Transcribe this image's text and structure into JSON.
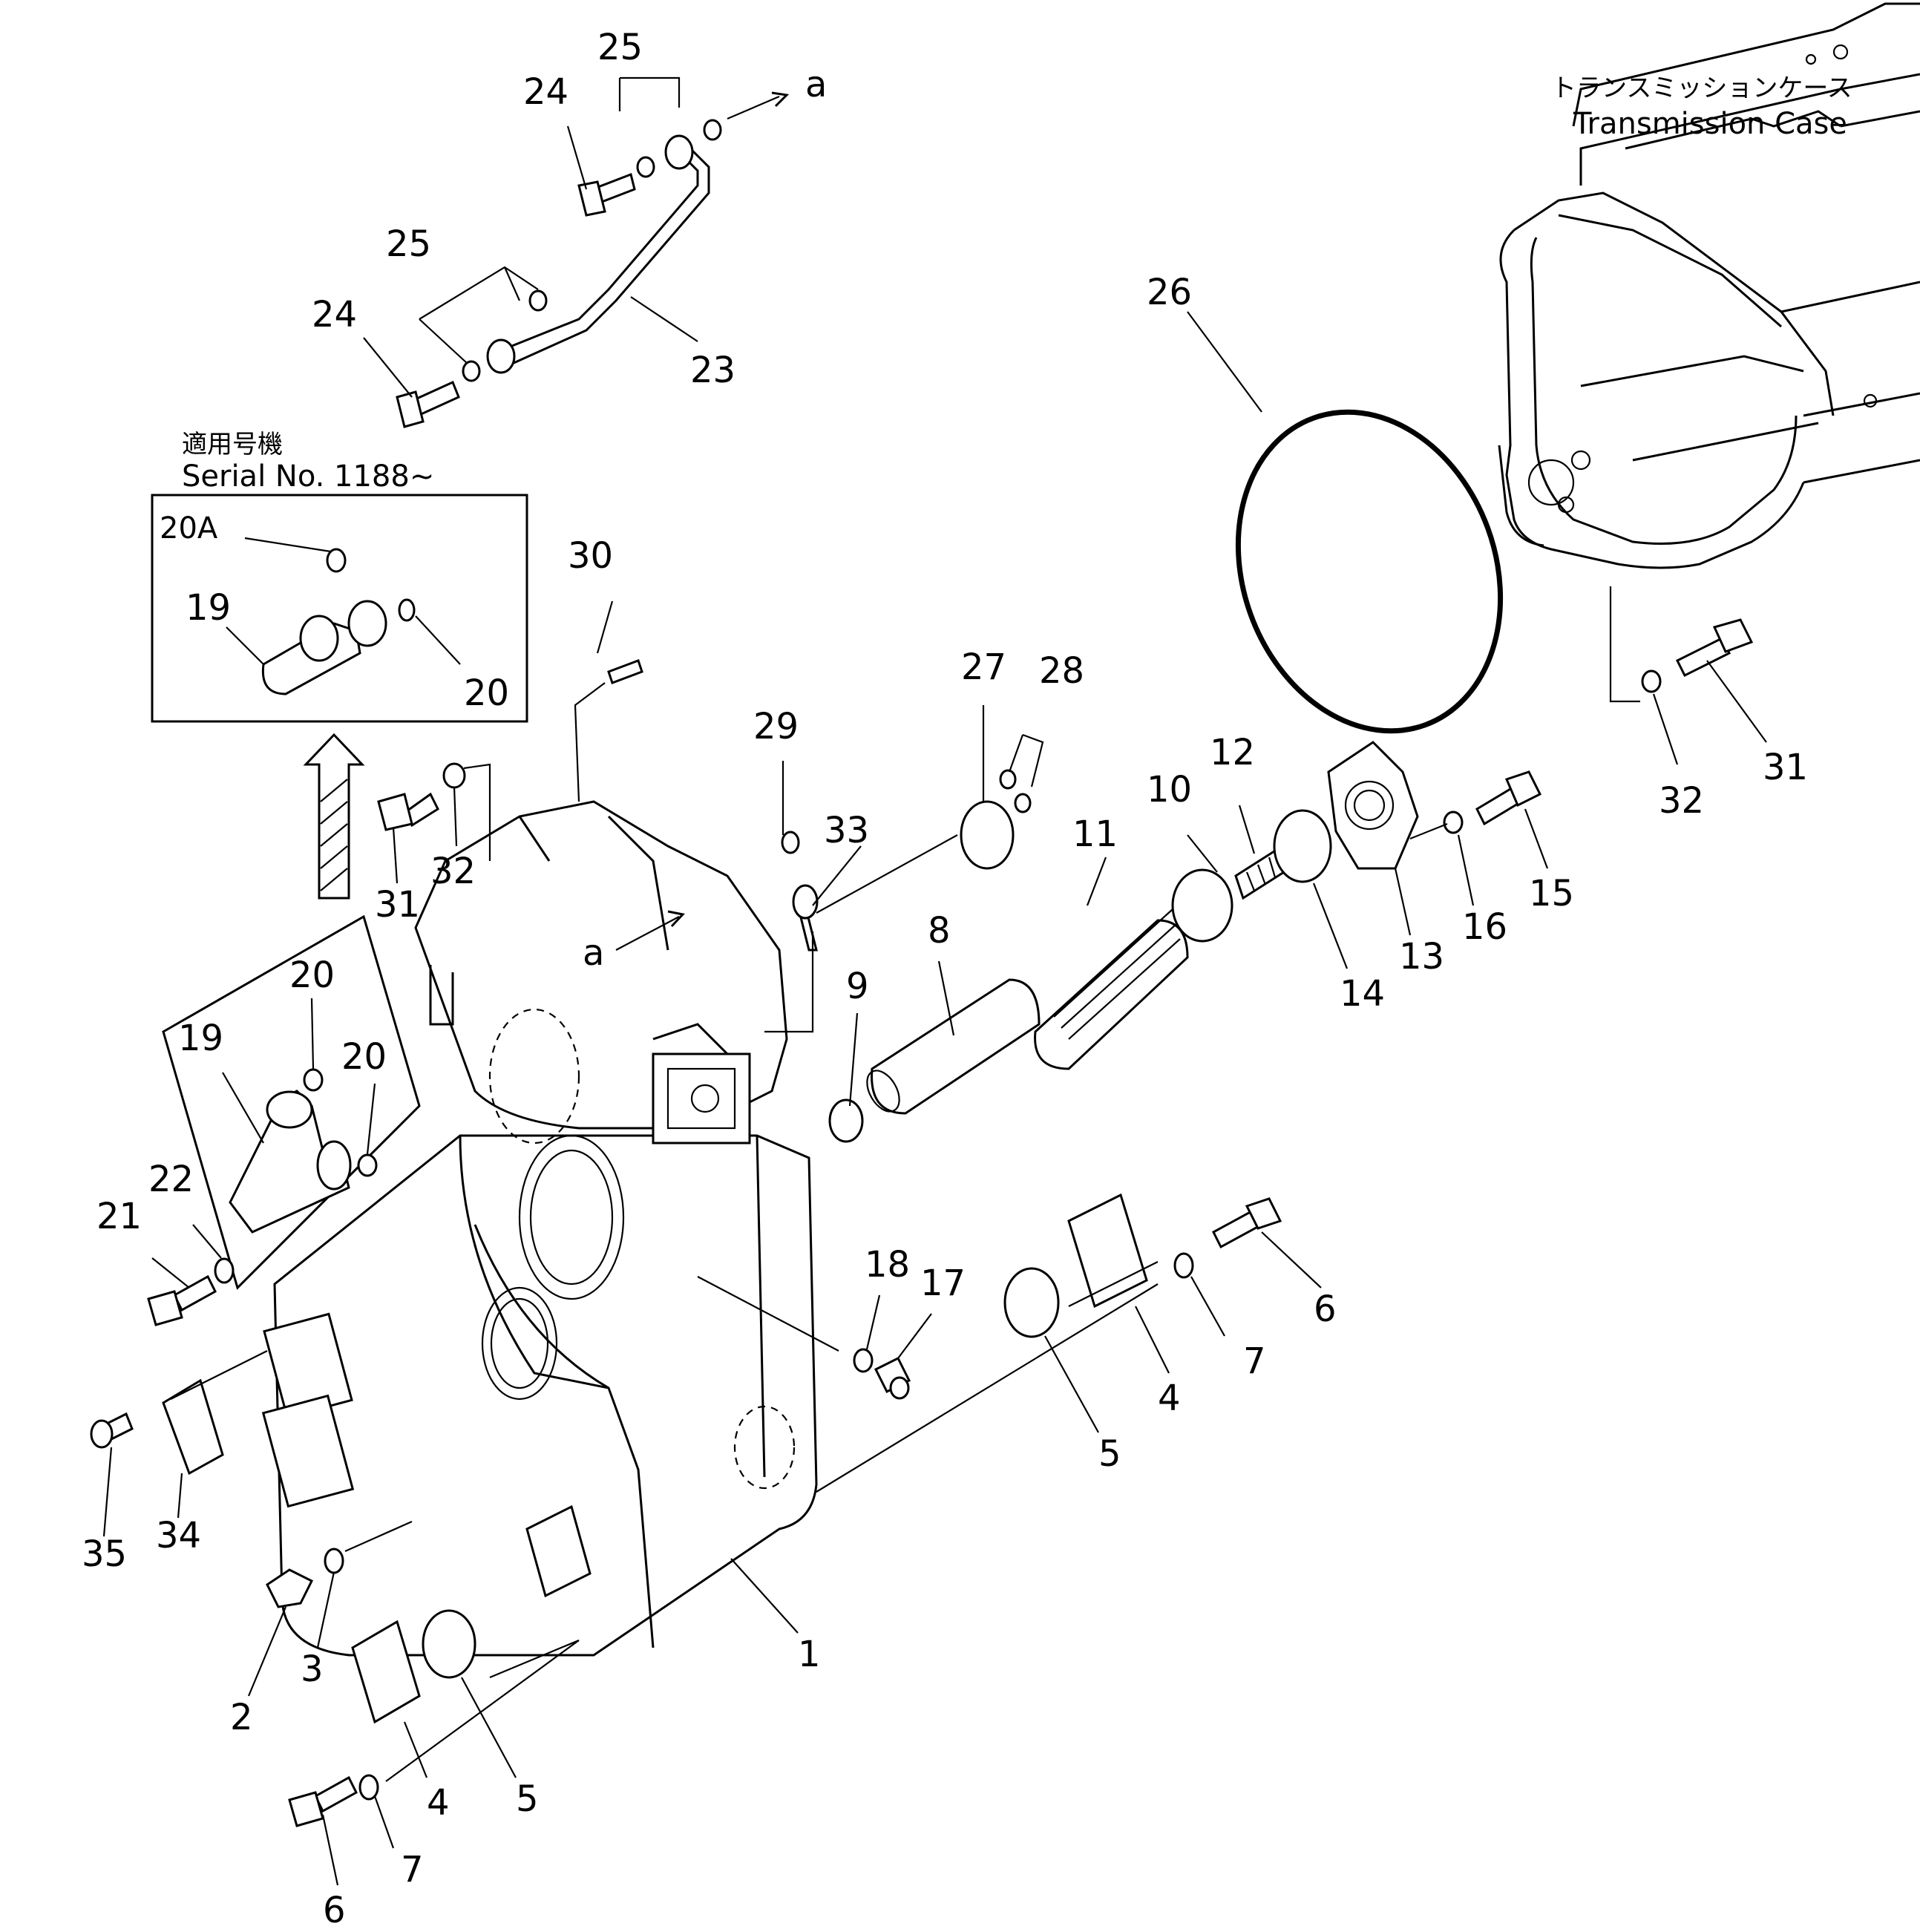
{
  "notes": {
    "serial_jp": "適用号機",
    "serial_en": "Serial No. 1188~",
    "inset_part": "20A",
    "case_jp": "トランスミッションケース",
    "case_en": "Transmission Case",
    "arrow_ref_top": "a",
    "arrow_ref_mid": "a"
  },
  "callouts": [
    {
      "id": "c1",
      "text": "1"
    },
    {
      "id": "c2",
      "text": "2"
    },
    {
      "id": "c3",
      "text": "3"
    },
    {
      "id": "c4a",
      "text": "4"
    },
    {
      "id": "c4b",
      "text": "4"
    },
    {
      "id": "c5a",
      "text": "5"
    },
    {
      "id": "c5b",
      "text": "5"
    },
    {
      "id": "c6a",
      "text": "6"
    },
    {
      "id": "c6b",
      "text": "6"
    },
    {
      "id": "c7a",
      "text": "7"
    },
    {
      "id": "c7b",
      "text": "7"
    },
    {
      "id": "c8",
      "text": "8"
    },
    {
      "id": "c9",
      "text": "9"
    },
    {
      "id": "c10",
      "text": "10"
    },
    {
      "id": "c11",
      "text": "11"
    },
    {
      "id": "c12",
      "text": "12"
    },
    {
      "id": "c13",
      "text": "13"
    },
    {
      "id": "c14",
      "text": "14"
    },
    {
      "id": "c15",
      "text": "15"
    },
    {
      "id": "c16",
      "text": "16"
    },
    {
      "id": "c17",
      "text": "17"
    },
    {
      "id": "c18",
      "text": "18"
    },
    {
      "id": "c19a",
      "text": "19"
    },
    {
      "id": "c19b",
      "text": "19"
    },
    {
      "id": "c20a",
      "text": "20"
    },
    {
      "id": "c20b",
      "text": "20"
    },
    {
      "id": "c20c",
      "text": "20"
    },
    {
      "id": "c21",
      "text": "21"
    },
    {
      "id": "c22",
      "text": "22"
    },
    {
      "id": "c23",
      "text": "23"
    },
    {
      "id": "c24a",
      "text": "24"
    },
    {
      "id": "c24b",
      "text": "24"
    },
    {
      "id": "c25a",
      "text": "25"
    },
    {
      "id": "c25b",
      "text": "25"
    },
    {
      "id": "c26",
      "text": "26"
    },
    {
      "id": "c27",
      "text": "27"
    },
    {
      "id": "c28",
      "text": "28"
    },
    {
      "id": "c29",
      "text": "29"
    },
    {
      "id": "c30",
      "text": "30"
    },
    {
      "id": "c31a",
      "text": "31"
    },
    {
      "id": "c31b",
      "text": "31"
    },
    {
      "id": "c32a",
      "text": "32"
    },
    {
      "id": "c32b",
      "text": "32"
    },
    {
      "id": "c33",
      "text": "33"
    },
    {
      "id": "c34",
      "text": "34"
    },
    {
      "id": "c35",
      "text": "35"
    }
  ]
}
